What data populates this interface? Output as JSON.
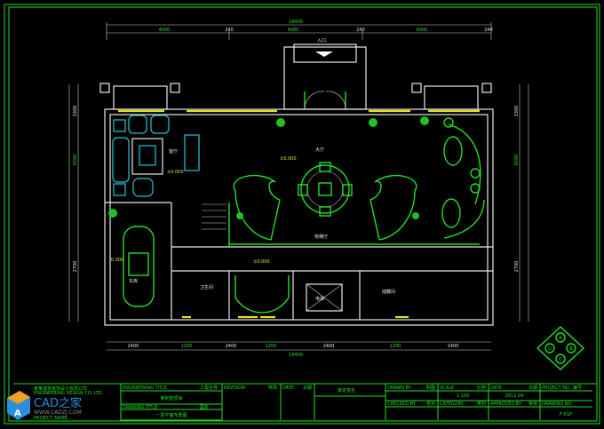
{
  "drawing": {
    "dimensions": {
      "top_total": "18400",
      "top_parts": [
        "4000",
        "240",
        "4000",
        "240",
        "4000",
        "240"
      ],
      "bottom_total": "18400",
      "bottom_parts": [
        "2400",
        "1200",
        "2400",
        "1200",
        "2400",
        "1200",
        "2400"
      ],
      "left_parts": [
        "3300",
        "4500",
        "2700"
      ],
      "right_parts": [
        "3300",
        "4500",
        "2700"
      ]
    },
    "rooms": {
      "living": "客厅",
      "hall": "大厅",
      "garage": "车库",
      "elevator_hall": "电梯厅",
      "bathroom": "卫生间",
      "elevator": "电梯",
      "storage": "储藏间",
      "entrance": "入口",
      "level_living": "±0.000",
      "level_hall": "±0.000",
      "level_garage": "-0.300",
      "level_corridor": "±0.000"
    },
    "index_marks": [
      "A",
      "B",
      "C",
      "D"
    ]
  },
  "title_block": {
    "company_lines": [
      "某某建筑装饰设计有限公司",
      "ENGINEERING DESIGN CO.,LTD",
      "PROJECT NAME"
    ],
    "watermark": "CAD之家 WWW.CADZJ.COM",
    "engineering_title_label": "ENGINEERING TITLE",
    "engineering_title_cn": "工程名称",
    "project_name": "某别墅项目",
    "drawing_title_label": "DRAWING TITLE",
    "drawing_title_cn": "图名",
    "drawing_name": "一层平面布置图",
    "revision_label": "REVISION",
    "revision_cn": "修改",
    "date_label": "DATE",
    "date_cn": "日期",
    "approval": "审定签名",
    "drawn_by_label": "DRAWN BY",
    "drawn_by_cn": "制图",
    "scale_label": "SCALE",
    "scale_cn": "比例",
    "scale_value": "1:100",
    "date2_label": "DATE",
    "date2_cn": "日期",
    "date_value": "2012.04",
    "project_no_label": "PROJECT NO.",
    "project_no_cn": "编号",
    "checked_by_label": "CHECKED BY",
    "checked_by_cn": "校对",
    "category_label": "CATEGORY",
    "category_cn": "类别",
    "approved_label": "APPROVED BY",
    "approved_cn": "审核",
    "drawing_no_label": "DRAWING NO.",
    "drawing_no_value": "F-01P"
  }
}
